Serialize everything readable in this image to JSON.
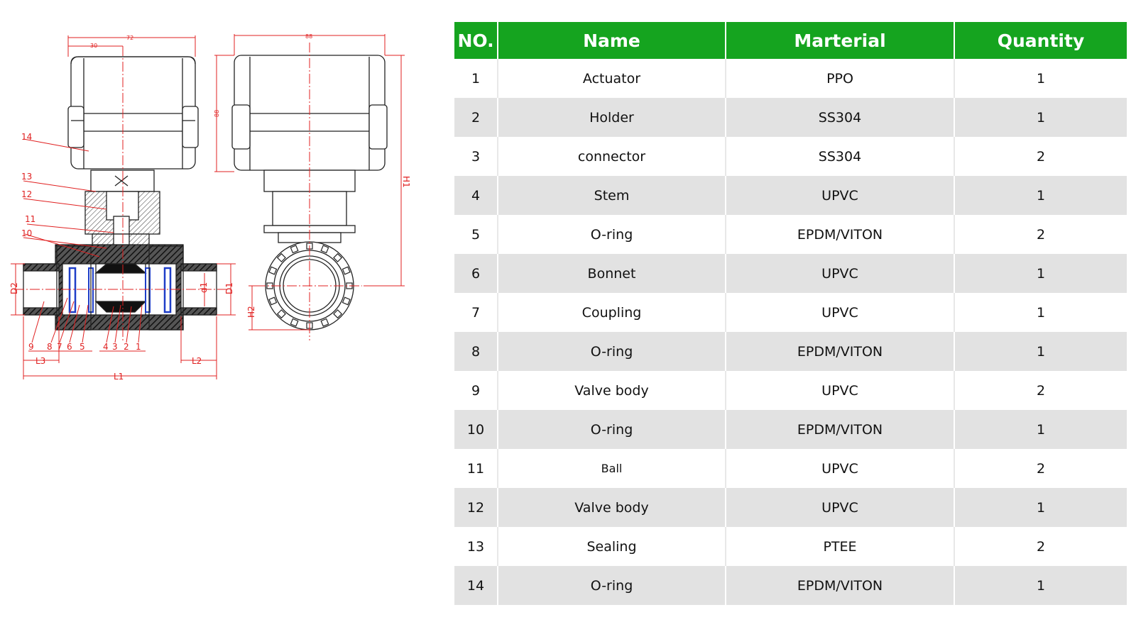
{
  "table": {
    "headers": [
      "NO.",
      "Name",
      "Marterial",
      "Quantity"
    ],
    "rows": [
      {
        "no": "1",
        "name": "Actuator",
        "material": "PPO",
        "qty": "1"
      },
      {
        "no": "2",
        "name": "Holder",
        "material": "SS304",
        "qty": "1"
      },
      {
        "no": "3",
        "name": "connector",
        "material": "SS304",
        "qty": "2"
      },
      {
        "no": "4",
        "name": "Stem",
        "material": "UPVC",
        "qty": "1"
      },
      {
        "no": "5",
        "name": "O-ring",
        "material": "EPDM/VITON",
        "qty": "2"
      },
      {
        "no": "6",
        "name": "Bonnet",
        "material": "UPVC",
        "qty": "1"
      },
      {
        "no": "7",
        "name": "Coupling",
        "material": "UPVC",
        "qty": "1"
      },
      {
        "no": "8",
        "name": "O-ring",
        "material": "EPDM/VITON",
        "qty": "1"
      },
      {
        "no": "9",
        "name": "Valve body",
        "material": "UPVC",
        "qty": "2"
      },
      {
        "no": "10",
        "name": "O-ring",
        "material": "EPDM/VITON",
        "qty": "1"
      },
      {
        "no": "11",
        "name": "Ball",
        "material": "UPVC",
        "qty": "2"
      },
      {
        "no": "12",
        "name": "Valve body",
        "material": "UPVC",
        "qty": "1"
      },
      {
        "no": "13",
        "name": "Sealing",
        "material": "PTEE",
        "qty": "2"
      },
      {
        "no": "14",
        "name": "O-ring",
        "material": "EPDM/VITON",
        "qty": "1"
      }
    ]
  },
  "drawing": {
    "dimensions": {
      "width_72": "72",
      "width_30": "30",
      "width_88": "88",
      "height_88": "88",
      "H1": "H1",
      "H2": "H2",
      "D1": "D1",
      "D2": "D2",
      "d1": "d1",
      "L1": "L1",
      "L2": "L2",
      "L3": "L3"
    },
    "part_callouts": [
      "14",
      "13",
      "12",
      "11",
      "10",
      "9",
      "8",
      "7",
      "6",
      "5",
      "4",
      "3",
      "2",
      "1"
    ]
  },
  "colors": {
    "header_green": "#15a41f",
    "row_shade": "#e2e2e2",
    "dimension_red": "#e02020",
    "oring_blue": "#1e3ec8"
  }
}
